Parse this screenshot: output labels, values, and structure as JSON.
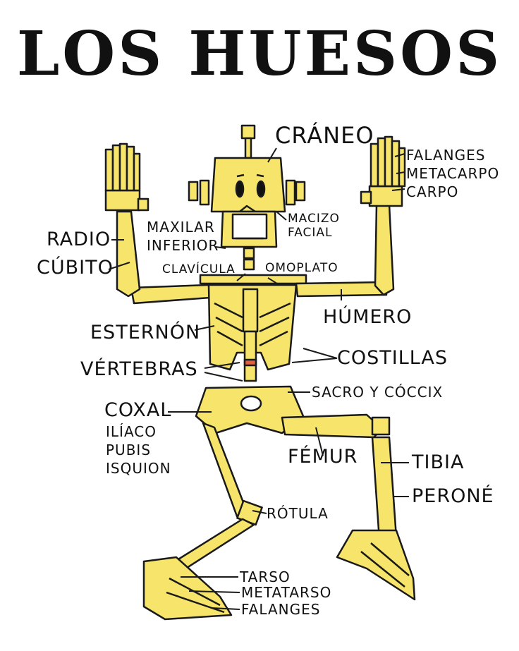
{
  "title": "LOS HUESOS",
  "colors": {
    "bone": "#f6e56a",
    "bone_shade": "#dcc43c",
    "outline": "#1a1a1a",
    "background": "#ffffff"
  },
  "labels": {
    "craneo": "CRÁNEO",
    "falanges_mano": "FALANGES",
    "metacarpo": "METACARPO",
    "carpo": "CARPO",
    "macizo": "MACIZO",
    "facial": "FACIAL",
    "maxilar": "MAXILAR",
    "inferior": "INFERIOR",
    "radio": "RADIO",
    "cubito": "CÚBITO",
    "clavicula": "CLAVÍCULA",
    "omoplato": "OMOPLATO",
    "humero": "HÚMERO",
    "esternon": "ESTERNÓN",
    "costillas": "COSTILLAS",
    "vertebras": "VÉRTEBRAS",
    "sacro": "SACRO Y CÓCCIX",
    "coxal": "COXAL",
    "iliaco": "ILÍACO",
    "pubis": "PUBIS",
    "isquion": "ISQUION",
    "femur": "FÉMUR",
    "tibia": "TIBIA",
    "perone": "PERONÉ",
    "rotula": "RÓTULA",
    "tarso": "TARSO",
    "metatarso": "METATARSO",
    "falanges_pie": "FALANGES"
  }
}
